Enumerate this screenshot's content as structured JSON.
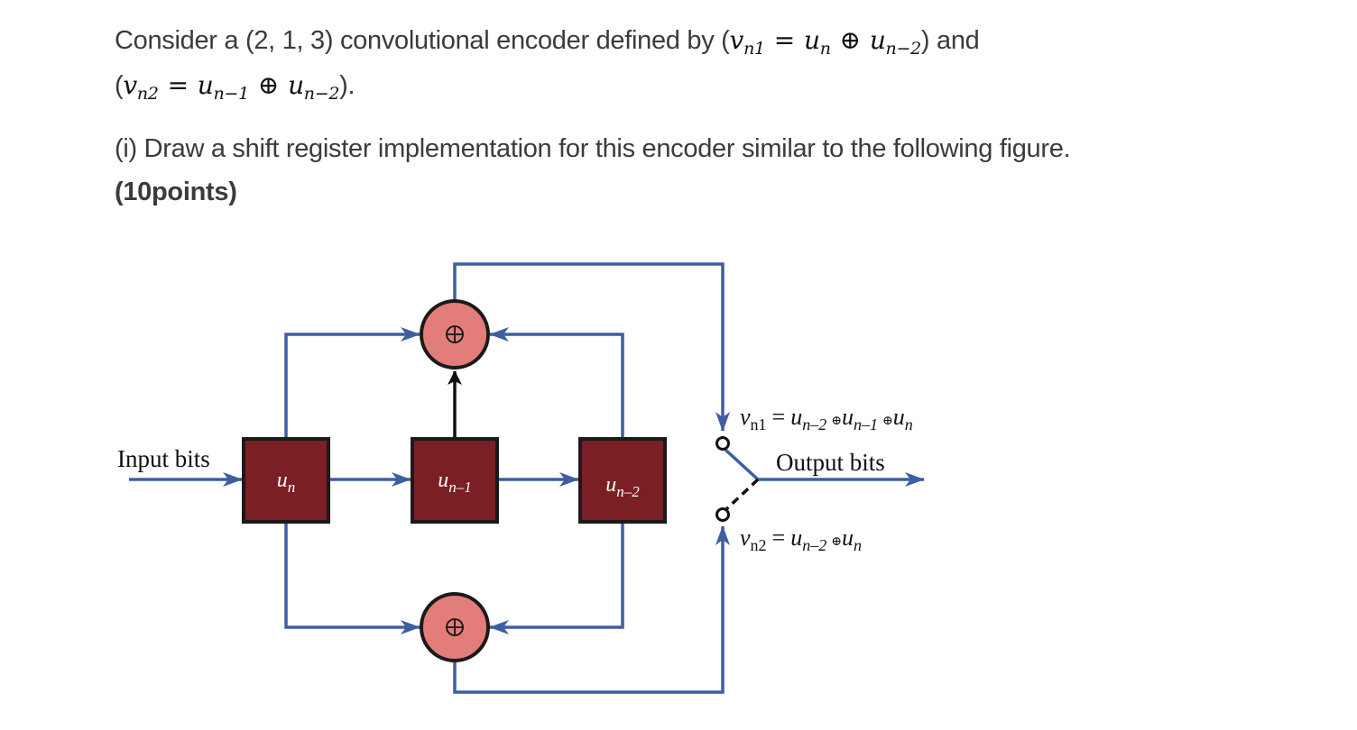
{
  "question": {
    "line1_prefix": "Consider a (2, 1, 3) convolutional encoder defined by (",
    "line1_eq": {
      "lhs_var": "v",
      "lhs_sub": "n1",
      "eq": "=",
      "t1_var": "u",
      "t1_sub": "n",
      "op": "⊕",
      "t2_var": "u",
      "t2_sub": "n−2"
    },
    "line1_suffix": ") and",
    "line2_prefix": "(",
    "line2_eq": {
      "lhs_var": "v",
      "lhs_sub": "n2",
      "eq": "=",
      "t1_var": "u",
      "t1_sub": "n−1",
      "op": "⊕",
      "t2_var": "u",
      "t2_sub": "n−2"
    },
    "line2_suffix": ").",
    "part_i": "(i) Draw a shift register implementation for this encoder similar to the following figure.",
    "points": "(10points)"
  },
  "diagram": {
    "input_label": "Input bits",
    "output_label": "Output bits",
    "registers": [
      {
        "var": "u",
        "sub": "n"
      },
      {
        "var": "u",
        "sub": "n–1"
      },
      {
        "var": "u",
        "sub": "n–2"
      }
    ],
    "adder_symbol": "⊕",
    "vn1_label": {
      "var": "v",
      "sub": "n1",
      "eq": "=",
      "terms": [
        {
          "var": "u",
          "sub": "n–2"
        },
        {
          "var": "u",
          "sub": "n–1"
        },
        {
          "var": "u",
          "sub": "n"
        }
      ],
      "op": "⊕"
    },
    "vn2_label": {
      "var": "v",
      "sub": "n2",
      "eq": "=",
      "terms": [
        {
          "var": "u",
          "sub": "n–2"
        },
        {
          "var": "u",
          "sub": "n"
        }
      ],
      "op": "⊕"
    },
    "colors": {
      "wire": "#3d5fa0",
      "register_fill": "#7a1f24",
      "adder_fill": "#e27d79",
      "outline": "#1a1a1a"
    }
  }
}
